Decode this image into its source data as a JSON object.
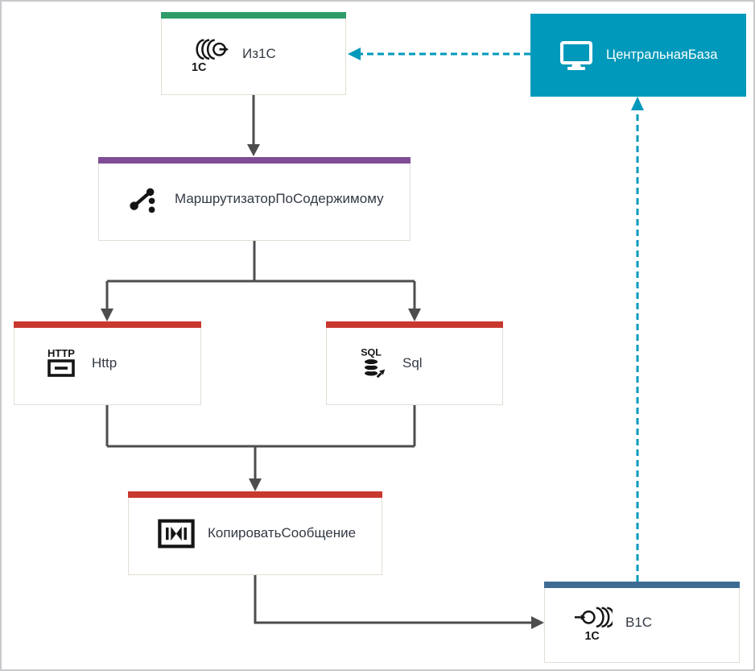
{
  "diagram": {
    "nodes": {
      "iz1c": {
        "label": "Из1С",
        "icon": "queue-out-1c-icon",
        "accent_color": "#2f9c6a"
      },
      "central_base": {
        "label": "ЦентральнаяБаза",
        "icon": "monitor-icon",
        "fill_color": "#0099bb",
        "text_color": "#ffffff"
      },
      "router": {
        "label": "МаршрутизаторПоСодержимому",
        "icon": "route-icon",
        "accent_color": "#7e4d96"
      },
      "http": {
        "label": "Http",
        "icon": "http-icon",
        "accent_color": "#c8382f"
      },
      "sql": {
        "label": "Sql",
        "icon": "sql-icon",
        "accent_color": "#c8382f"
      },
      "copy_message": {
        "label": "КопироватьСообщение",
        "icon": "copy-message-icon",
        "accent_color": "#c8382f"
      },
      "v1c": {
        "label": "В1С",
        "icon": "queue-in-1c-icon",
        "accent_color": "#3d6b94"
      }
    },
    "icon_text": {
      "onec": "1С",
      "http": "HTTP",
      "sql": "SQL"
    },
    "edges": [
      {
        "from": "Из1С",
        "to": "МаршрутизаторПоСодержимому",
        "style": "solid"
      },
      {
        "from": "МаршрутизаторПоСодержимому",
        "to": "Http",
        "style": "solid"
      },
      {
        "from": "МаршрутизаторПоСодержимому",
        "to": "Sql",
        "style": "solid"
      },
      {
        "from": "Http",
        "to": "КопироватьСообщение",
        "style": "solid"
      },
      {
        "from": "Sql",
        "to": "КопироватьСообщение",
        "style": "solid"
      },
      {
        "from": "КопироватьСообщение",
        "to": "В1С",
        "style": "solid"
      },
      {
        "from": "ЦентральнаяБаза",
        "to": "Из1С",
        "style": "dashed"
      },
      {
        "from": "В1С",
        "to": "ЦентральнаяБаза",
        "style": "dashed"
      }
    ],
    "colors": {
      "solid_edge": "#4d4d4d",
      "dashed_edge": "#0099bb",
      "node_border": "#e3ddd5",
      "canvas_border": "#c9c9cd",
      "label_text": "#333a44",
      "background": "#ffffff"
    }
  }
}
